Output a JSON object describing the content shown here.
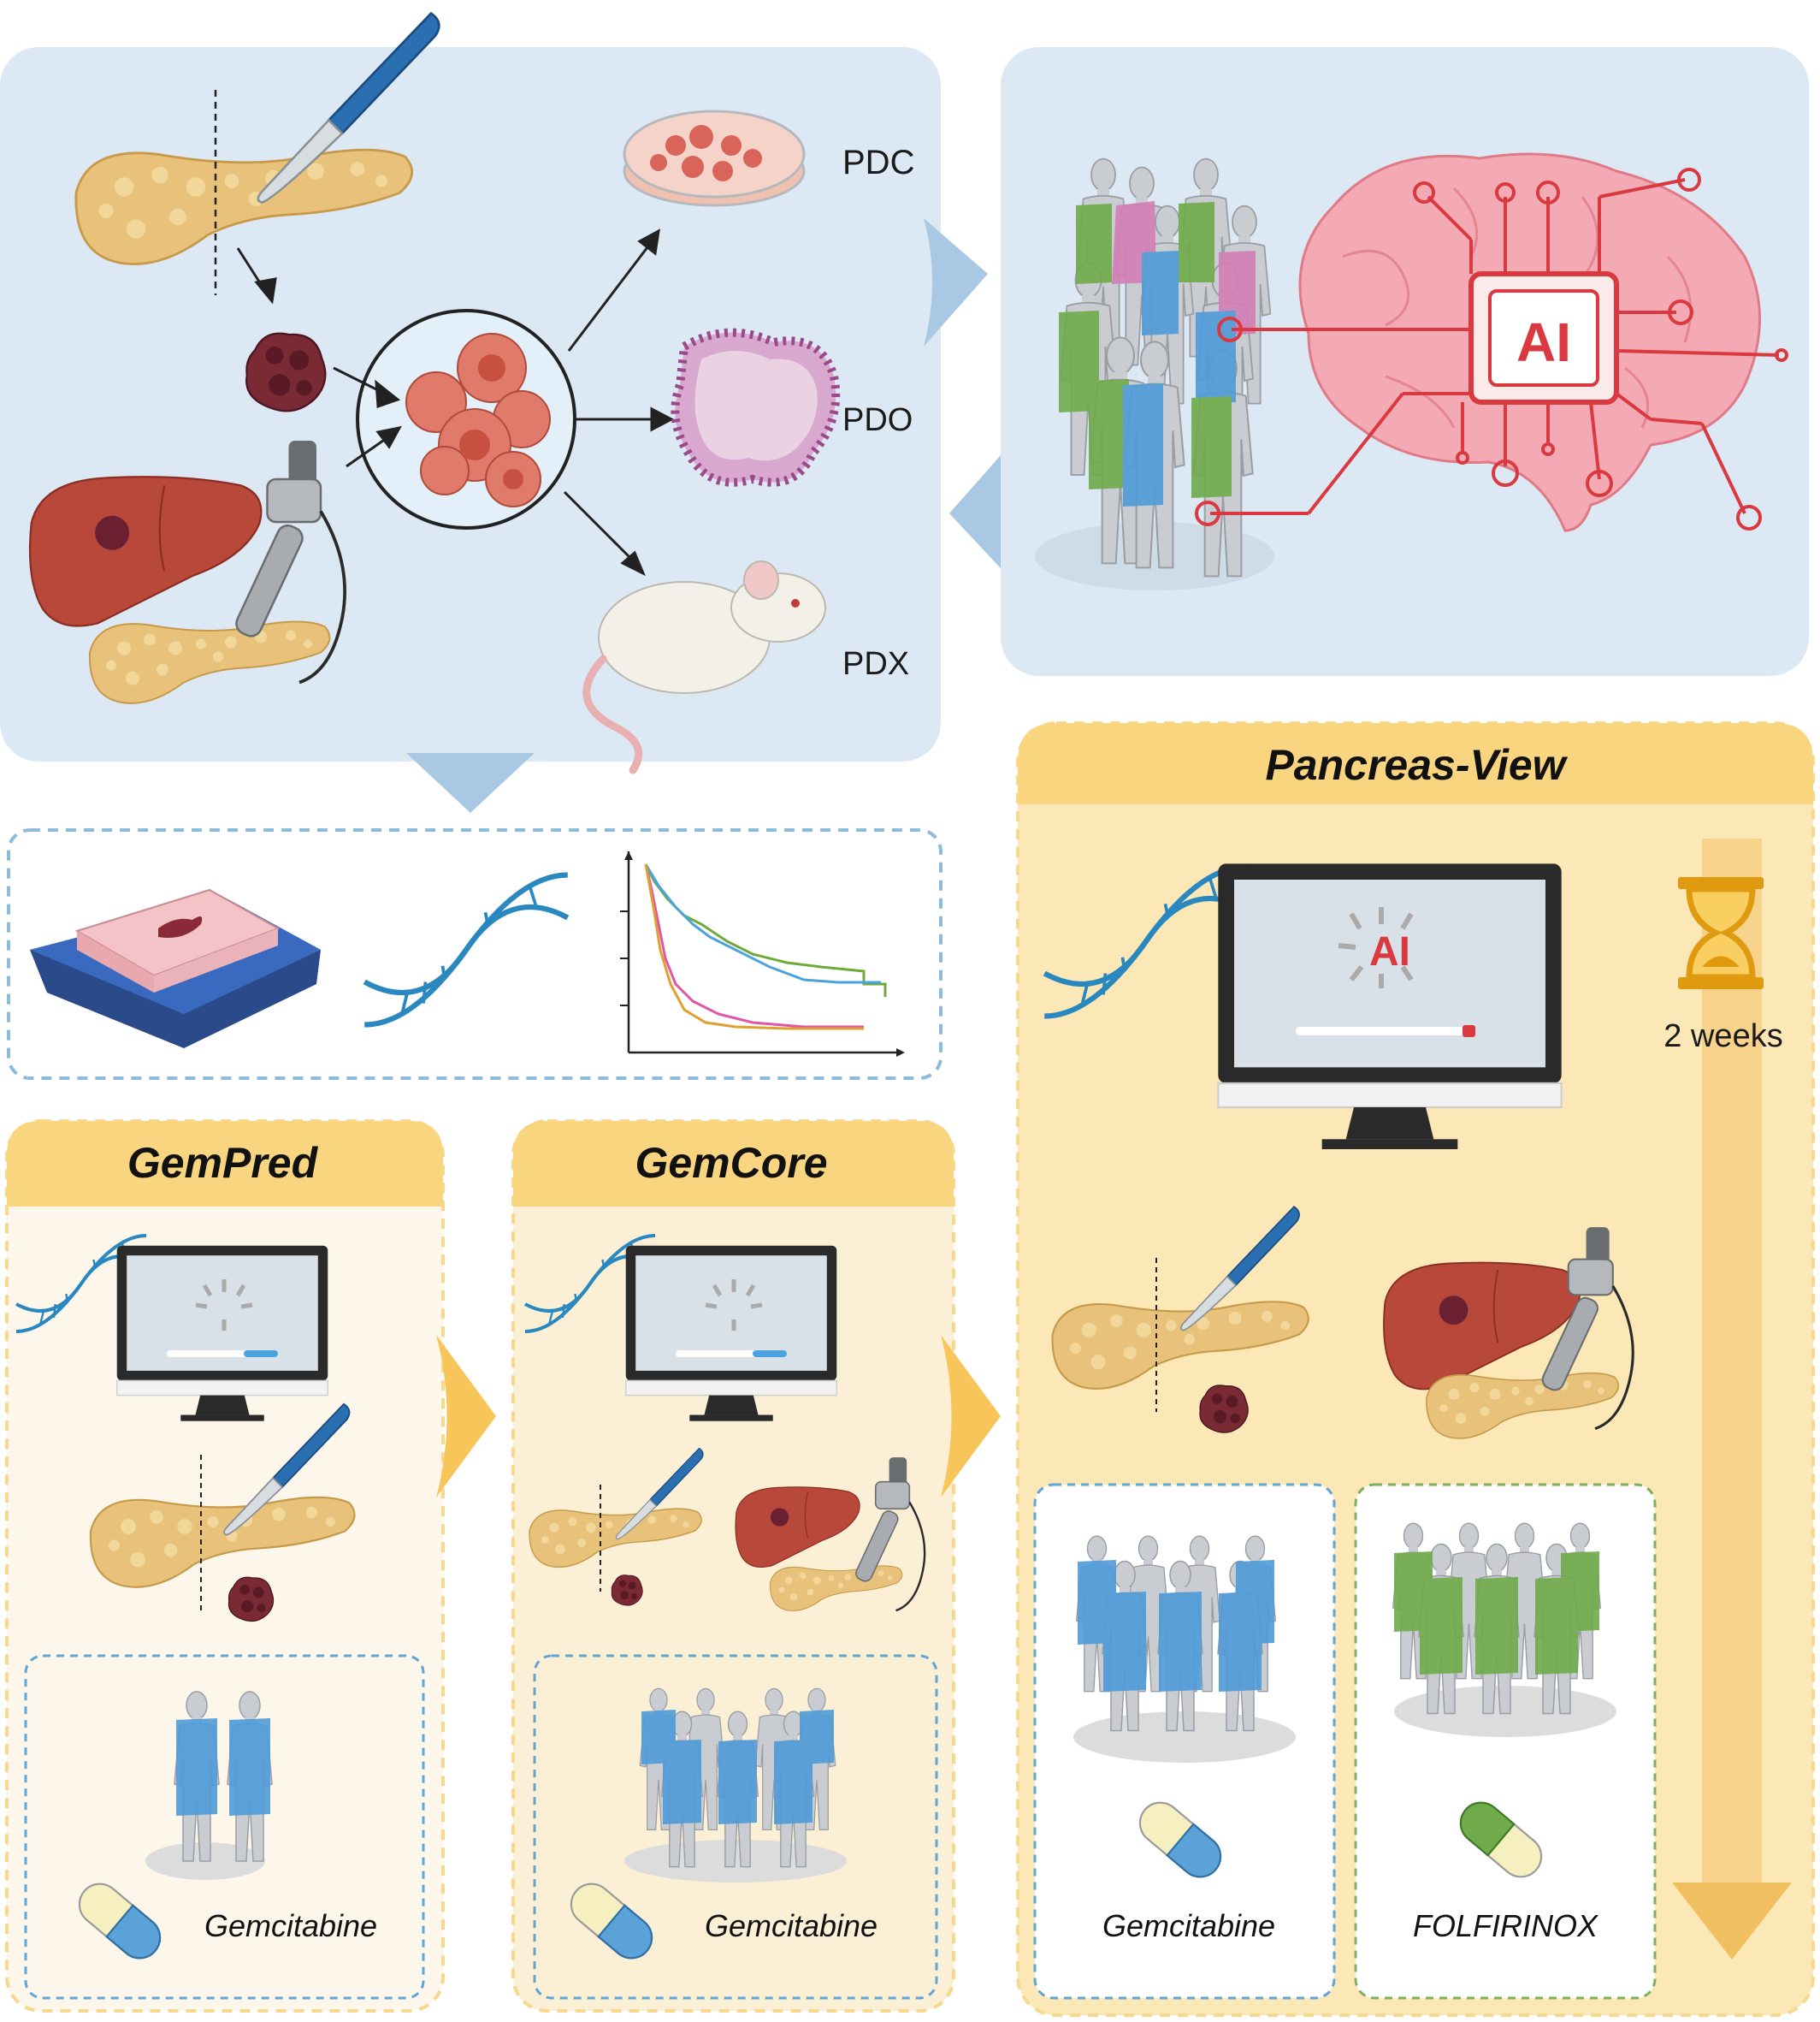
{
  "top_panel": {
    "model_labels": {
      "pdc": "PDC",
      "pdo": "PDO",
      "pdx": "PDX"
    }
  },
  "ai_panel": {
    "chip_label": "AI"
  },
  "panels": {
    "gempred": {
      "title": "GemPred",
      "drug": "Gemcitabine"
    },
    "gemcore": {
      "title": "GemCore",
      "drug": "Gemcitabine"
    },
    "pancreas_view": {
      "title": "Pancreas-View",
      "screen_label": "AI",
      "duration": "2 weeks",
      "drugs": [
        "Gemcitabine",
        "FOLFIRINOX"
      ]
    }
  },
  "colors": {
    "panel_blue": "#dce8f4",
    "panel_yellow": "#fbeec8",
    "header_yellow": "#f8d57e",
    "pancreas": "#e8c27a",
    "tumor": "#7a2a35",
    "liver": "#b8483a",
    "brain": "#f3aab4",
    "ai_red": "#d9393f",
    "patient_blue": "#4f9bd8",
    "patient_green": "#6fab4a",
    "patient_pink": "#d37fb6",
    "dna": "#2a88c0",
    "km_green": "#6fab3a",
    "km_blue": "#4aa3df",
    "km_pink": "#e055a8",
    "km_orange": "#e0a030"
  },
  "icons": [
    "scalpel-icon",
    "pancreas-icon",
    "tumor-icon",
    "liver-icon",
    "biopsy-needle-icon",
    "cell-cluster-icon",
    "petri-dish-icon",
    "organoid-icon",
    "mouse-icon",
    "brain-icon",
    "ai-chip-icon",
    "patient-group-icon",
    "tissue-block-icon",
    "dna-icon",
    "survival-curve-icon",
    "monitor-icon",
    "hourglass-icon",
    "capsule-icon"
  ]
}
